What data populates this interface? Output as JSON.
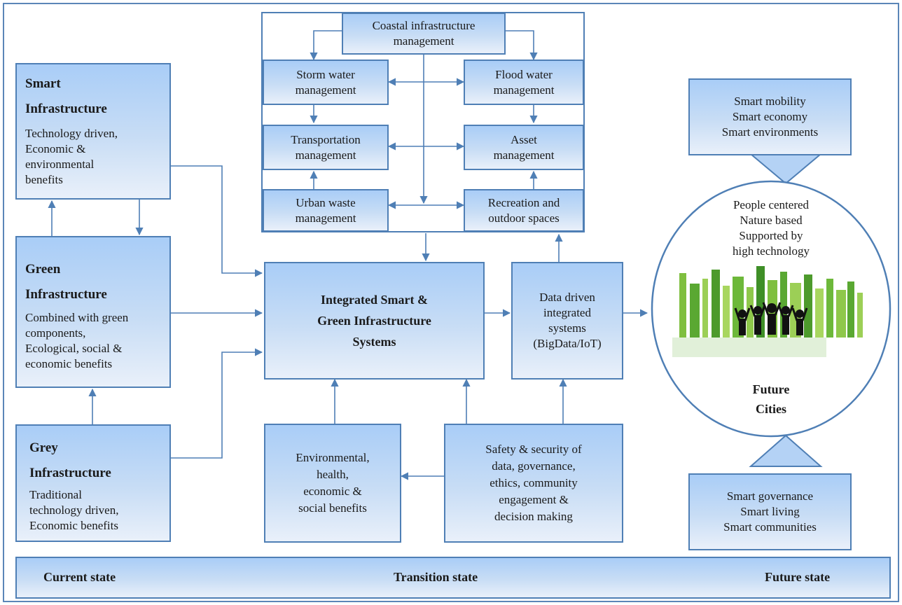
{
  "left": {
    "smart": {
      "title": "Smart\nInfrastructure",
      "desc": "Technology driven,\nEconomic &\nenvironmental\nbenefits"
    },
    "green": {
      "title": "Green\nInfrastructure",
      "desc": "Combined with green\ncomponents,\nEcological, social &\neconomic benefits"
    },
    "grey": {
      "title": "Grey\nInfrastructure",
      "desc": "Traditional\ntechnology driven,\nEconomic benefits"
    }
  },
  "top_cluster": {
    "coastal": "Coastal infrastructure\nmanagement",
    "storm": "Storm water\nmanagement",
    "flood": "Flood water\nmanagement",
    "transportation": "Transportation\nmanagement",
    "asset": "Asset\nmanagement",
    "urban_waste": "Urban waste\nmanagement",
    "recreation": "Recreation and\noutdoor spaces"
  },
  "center": {
    "integrated": "Integrated Smart &\nGreen Infrastructure\nSystems",
    "data_driven": "Data driven\nintegrated\nsystems\n(BigData/IoT)",
    "benefits": "Environmental,\nhealth,\neconomic &\nsocial benefits",
    "safety": "Safety & security of\ndata, governance,\nethics, community\nengagement &\ndecision making"
  },
  "right": {
    "top_box": "Smart mobility\nSmart economy\nSmart environments",
    "circle_text": "People centered\nNature based\nSupported by\nhigh technology",
    "future_cities": "Future\nCities",
    "bottom_box": "Smart governance\nSmart living\nSmart communities"
  },
  "timeline": {
    "current": "Current state",
    "transition": "Transition state",
    "future": "Future state"
  },
  "colors": {
    "accent": "#4f7fb5",
    "box_top": "#a9cdf7",
    "box_bottom": "#e9f0fa"
  }
}
